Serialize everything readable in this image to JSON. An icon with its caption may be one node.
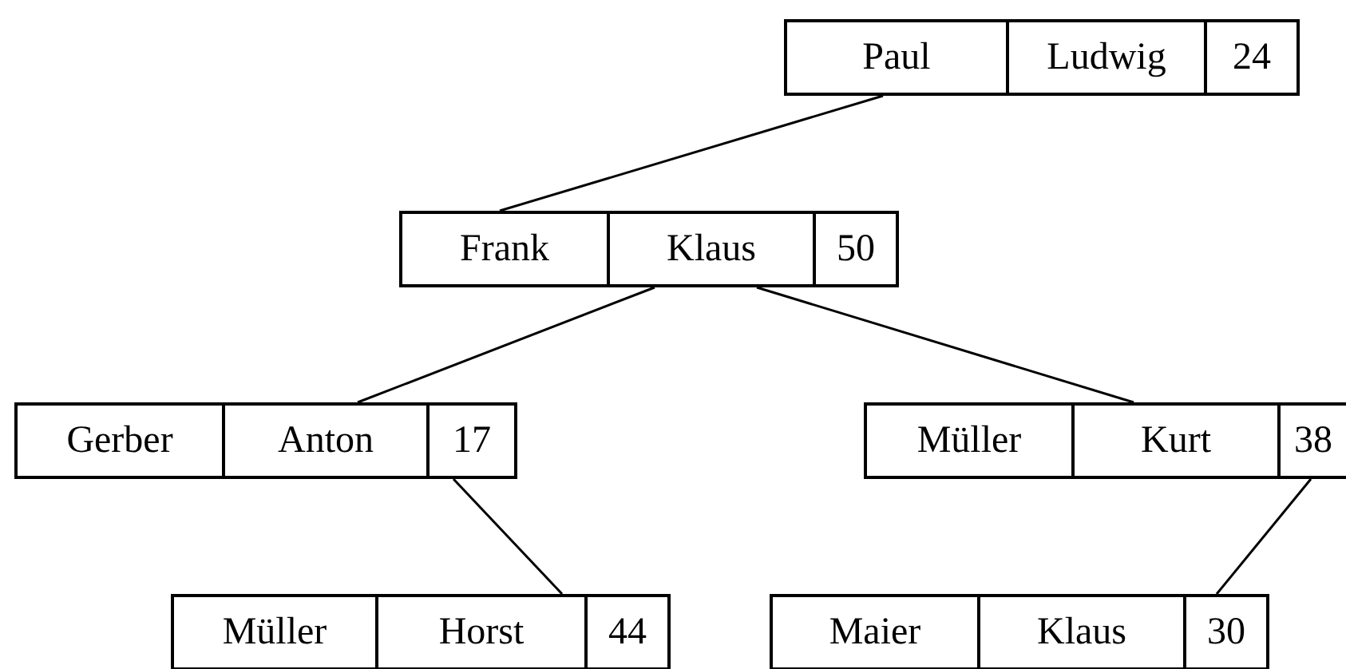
{
  "diagram": {
    "nodes": [
      {
        "text": [
          "Paul",
          "Ludwig",
          "24"
        ]
      },
      {
        "text": [
          "Frank",
          "Klaus",
          "50"
        ]
      },
      {
        "text": [
          "Gerber",
          "Anton",
          "17"
        ]
      },
      {
        "text": [
          "Müller",
          "Kurt",
          "38"
        ]
      },
      {
        "text": [
          "Müller",
          "Horst",
          "44"
        ]
      },
      {
        "text": [
          "Maier",
          "Klaus",
          "30"
        ]
      }
    ],
    "edges": [
      {
        "from": 0,
        "to": 1,
        "arrow": "none"
      },
      {
        "from": 1,
        "to": 2,
        "arrow": "none"
      },
      {
        "from": 1,
        "to": 3,
        "arrow": "none"
      },
      {
        "from": 2,
        "to": 4,
        "arrow": "none"
      },
      {
        "from": 3,
        "to": 5,
        "arrow": "none"
      }
    ]
  }
}
